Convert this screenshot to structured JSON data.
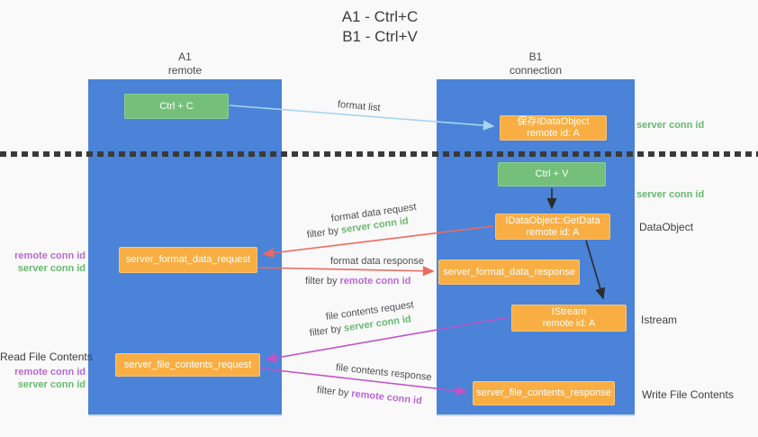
{
  "title": {
    "line1": "A1 - Ctrl+C",
    "line2": "B1 - Ctrl+V"
  },
  "lifelines": {
    "a1": {
      "name": "A1",
      "role": "remote"
    },
    "b1": {
      "name": "B1",
      "role": "connection"
    }
  },
  "boxes": {
    "ctrl_c": {
      "label": "Ctrl + C"
    },
    "save_idataobject": {
      "line1": "保存IDataObject",
      "line2": "remote id: A"
    },
    "ctrl_v": {
      "label": "Ctrl + V"
    },
    "getdata": {
      "line1": "IDataObject::GetData",
      "line2": "remote id: A"
    },
    "format_request": {
      "label": "server_format_data_request"
    },
    "format_response": {
      "label": "server_format_data_response"
    },
    "istream": {
      "line1": "IStream",
      "line2": "remote id: A"
    },
    "file_request": {
      "label": "server_file_contents_request"
    },
    "file_response": {
      "label": "server_file_contents_response"
    }
  },
  "flow_labels": {
    "format_list": "format list",
    "format_data_request": "format data request",
    "format_data_response": "format data response",
    "file_contents_request": "file contents request",
    "file_contents_response": "file contents response",
    "filter_by": "filter by "
  },
  "conn_ids": {
    "server": "server conn id",
    "remote": "remote conn id"
  },
  "side_labels": {
    "dataobject": "DataObject",
    "istream": "Istream",
    "read_file_contents": "Read File Contents",
    "write_file_contents": "Write File Contents"
  },
  "colors": {
    "lifeline_blue": "#4a83d7",
    "box_green": "#74c07a",
    "box_orange": "#f9ae44",
    "arrow_blue": "#a8d4f2",
    "arrow_black": "#2b2b2b",
    "arrow_red": "#ec6a60",
    "arrow_magenta": "#c153c6",
    "text_green": "#67b96e",
    "text_purple": "#b968d4",
    "background": "#f9f9f9"
  }
}
